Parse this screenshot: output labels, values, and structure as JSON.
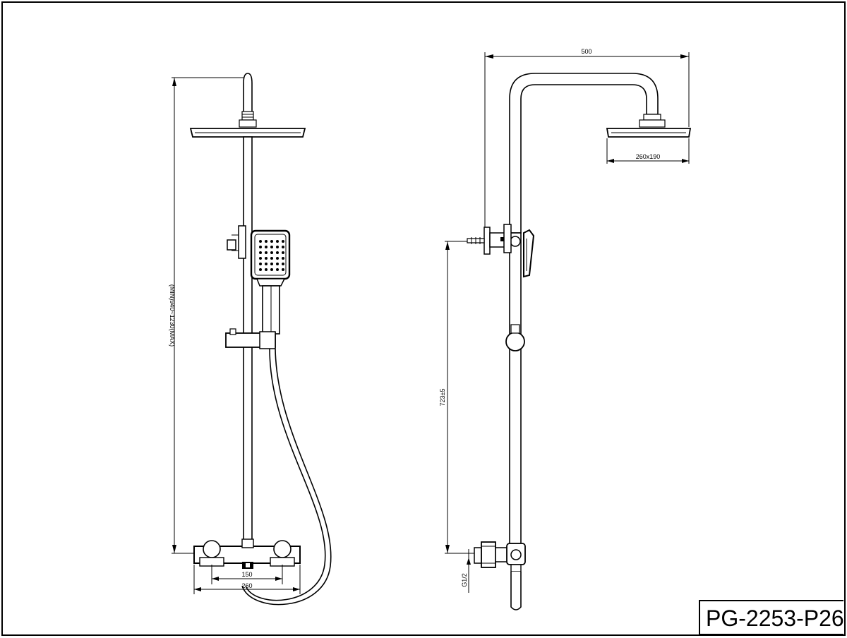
{
  "drawing": {
    "part_number": "PG-2253-P26",
    "front_view": {
      "height_dimension": "(MIN)940~1230(MAX)",
      "inlet_spacing": "150",
      "valve_width": "260"
    },
    "side_view": {
      "projection": "500",
      "head_size": "260x190",
      "outlet_height": "723±5",
      "connection_thread": "G1/2"
    }
  }
}
